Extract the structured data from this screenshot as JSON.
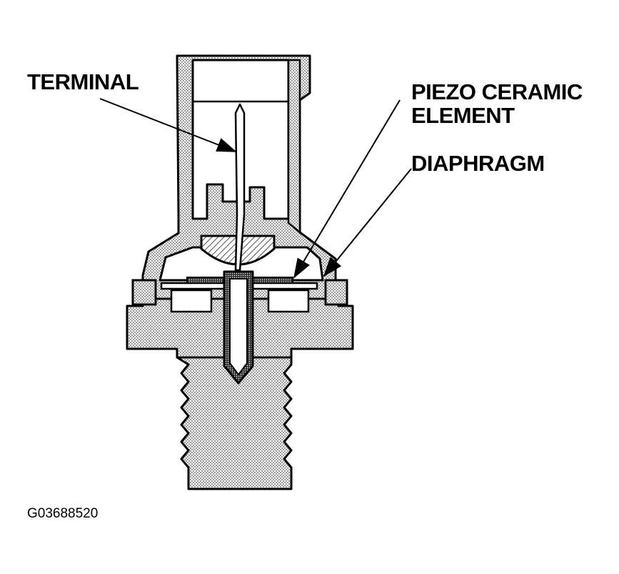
{
  "labels": {
    "terminal": "TERMINAL",
    "piezo_line1": "PIEZO CERAMIC",
    "piezo_line2": "ELEMENT",
    "diaphragm": "DIAPHRAGM"
  },
  "figure_code": "G03688520",
  "colors": {
    "ink": "#000000",
    "paper": "#ffffff",
    "stipple": "#8a8a8a"
  }
}
